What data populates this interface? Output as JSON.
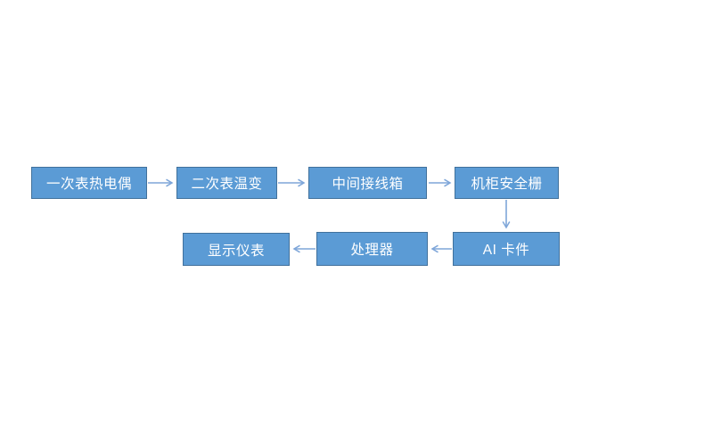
{
  "diagram": {
    "type": "flowchart",
    "title": "",
    "nodes": [
      {
        "id": "primary-thermocouple",
        "label": "一次表热电偶"
      },
      {
        "id": "secondary-temp-transmitter",
        "label": "二次表温变"
      },
      {
        "id": "intermediate-junction-box",
        "label": "中间接线箱"
      },
      {
        "id": "cabinet-safety-barrier",
        "label": "机柜安全栅"
      },
      {
        "id": "ai-card",
        "label": "AI 卡件"
      },
      {
        "id": "processor",
        "label": "处理器"
      },
      {
        "id": "display-instrument",
        "label": "显示仪表"
      }
    ],
    "edges": [
      {
        "from": "primary-thermocouple",
        "to": "secondary-temp-transmitter",
        "direction": "right"
      },
      {
        "from": "secondary-temp-transmitter",
        "to": "intermediate-junction-box",
        "direction": "right"
      },
      {
        "from": "intermediate-junction-box",
        "to": "cabinet-safety-barrier",
        "direction": "right"
      },
      {
        "from": "cabinet-safety-barrier",
        "to": "ai-card",
        "direction": "down"
      },
      {
        "from": "ai-card",
        "to": "processor",
        "direction": "left"
      },
      {
        "from": "processor",
        "to": "display-instrument",
        "direction": "left"
      }
    ],
    "colors": {
      "node_fill": "#5B9BD5",
      "node_border": "#41719C",
      "arrow": "#7EA6D9",
      "text": "#FFFFFF",
      "background": "#FFFFFF"
    }
  }
}
